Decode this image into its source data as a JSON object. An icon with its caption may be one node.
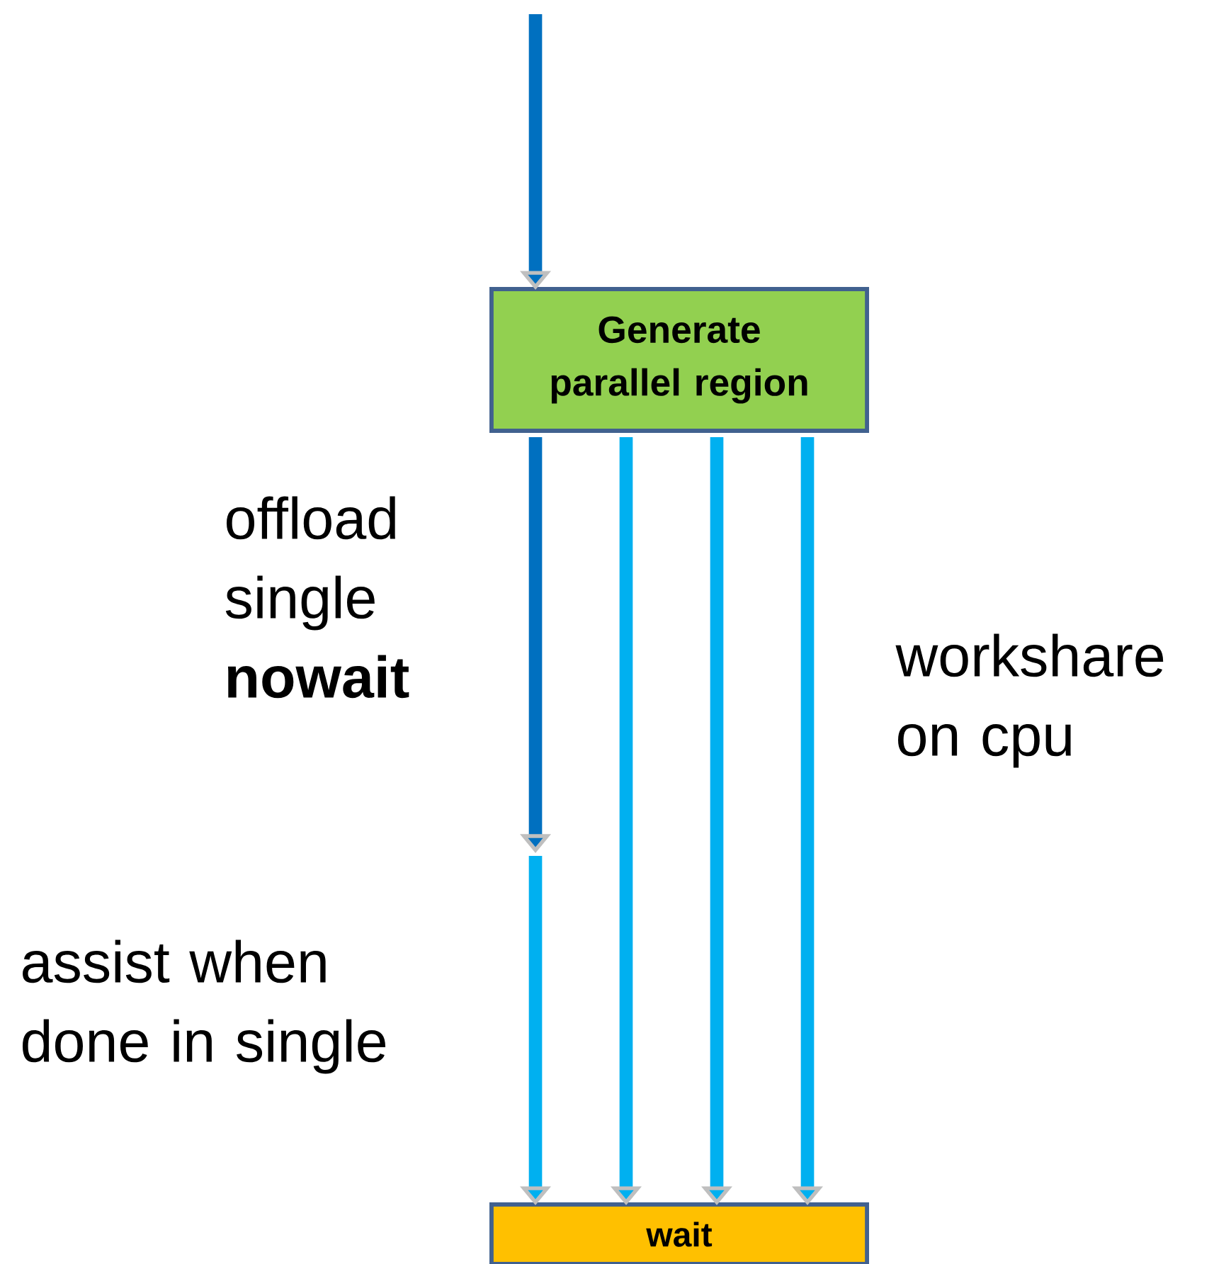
{
  "diagram": {
    "nodes": [
      {
        "text": [
          "Generate parallel region"
        ]
      },
      {
        "text": [
          "wait"
        ]
      }
    ],
    "edges": [
      {
        "from": null,
        "to": 0,
        "arrow": "to",
        "color": "#0070c0"
      },
      {
        "from": 0,
        "to": null,
        "arrow": "to",
        "color": "#0070c0"
      },
      {
        "from": null,
        "to": 1,
        "arrow": "to"
      },
      {
        "from": 0,
        "to": 1,
        "arrow": "to"
      },
      {
        "from": 0,
        "to": 1,
        "arrow": "to"
      },
      {
        "from": 0,
        "to": 1,
        "arrow": "to"
      }
    ],
    "labels": [
      "offload single **nowait**",
      "workshare on cpu",
      "assist when done in single"
    ]
  }
}
